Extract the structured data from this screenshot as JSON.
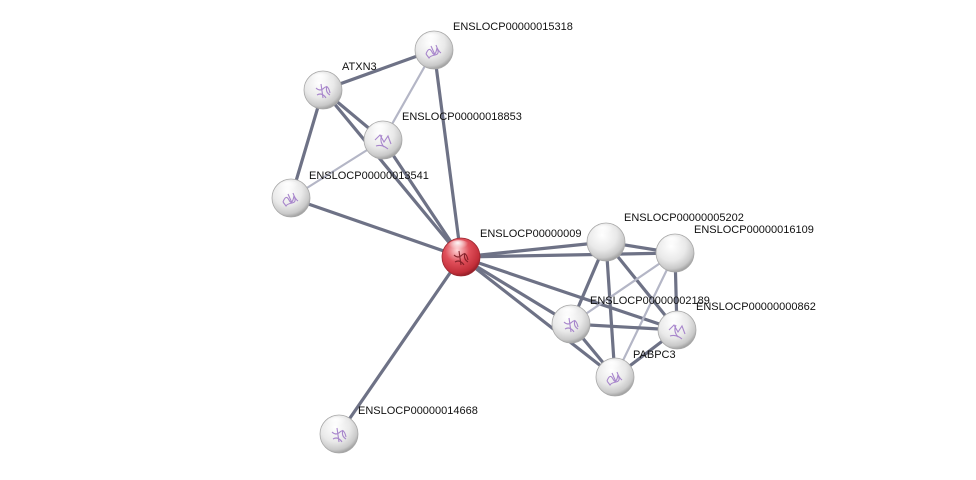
{
  "colors": {
    "edge_strong": "#6e7286",
    "edge_light": "#b4b6c6",
    "query_node": "#d9434e",
    "node": "#e8e8e8",
    "protein_icon": "#a07ac8"
  },
  "nodes": [
    {
      "id": "ENSLOCP00000015318",
      "label": "ENSLOCP00000015318",
      "query": false,
      "icon": "protein-structure-icon"
    },
    {
      "id": "ATXN3",
      "label": "ATXN3",
      "query": false,
      "icon": "protein-structure-icon"
    },
    {
      "id": "ENSLOCP00000018853",
      "label": "ENSLOCP00000018853",
      "query": false,
      "icon": "protein-structure-icon"
    },
    {
      "id": "ENSLOCP00000013541",
      "label": "ENSLOCP00000013541",
      "query": false,
      "icon": "protein-structure-icon"
    },
    {
      "id": "ENSLOCP00000009",
      "label": "ENSLOCP00000009",
      "query": true,
      "icon": "protein-structure-icon"
    },
    {
      "id": "ENSLOCP00000005202",
      "label": "ENSLOCP00000005202",
      "query": false,
      "icon": "none"
    },
    {
      "id": "ENSLOCP00000016109",
      "label": "ENSLOCP00000016109",
      "query": false,
      "icon": "none"
    },
    {
      "id": "ENSLOCP00000002189",
      "label": "ENSLOCP00000002189",
      "query": false,
      "icon": "protein-structure-icon"
    },
    {
      "id": "ENSLOCP00000000862",
      "label": "ENSLOCP00000000862",
      "query": false,
      "icon": "protein-structure-icon"
    },
    {
      "id": "PABPC3",
      "label": "PABPC3",
      "query": false,
      "icon": "protein-structure-icon"
    },
    {
      "id": "ENSLOCP00000014668",
      "label": "ENSLOCP00000014668",
      "query": false,
      "icon": "protein-structure-icon"
    }
  ],
  "edges": [
    {
      "source": "ATXN3",
      "target": "ENSLOCP00000015318",
      "strength": "strong"
    },
    {
      "source": "ATXN3",
      "target": "ENSLOCP00000018853",
      "strength": "strong"
    },
    {
      "source": "ATXN3",
      "target": "ENSLOCP00000013541",
      "strength": "strong"
    },
    {
      "source": "ATXN3",
      "target": "ENSLOCP00000009",
      "strength": "strong"
    },
    {
      "source": "ENSLOCP00000015318",
      "target": "ENSLOCP00000018853",
      "strength": "light"
    },
    {
      "source": "ENSLOCP00000015318",
      "target": "ENSLOCP00000009",
      "strength": "strong"
    },
    {
      "source": "ENSLOCP00000018853",
      "target": "ENSLOCP00000013541",
      "strength": "light"
    },
    {
      "source": "ENSLOCP00000018853",
      "target": "ENSLOCP00000009",
      "strength": "strong"
    },
    {
      "source": "ENSLOCP00000013541",
      "target": "ENSLOCP00000009",
      "strength": "strong"
    },
    {
      "source": "ENSLOCP00000014668",
      "target": "ENSLOCP00000009",
      "strength": "strong"
    },
    {
      "source": "ENSLOCP00000009",
      "target": "ENSLOCP00000005202",
      "strength": "strong"
    },
    {
      "source": "ENSLOCP00000009",
      "target": "ENSLOCP00000016109",
      "strength": "strong"
    },
    {
      "source": "ENSLOCP00000009",
      "target": "ENSLOCP00000002189",
      "strength": "strong"
    },
    {
      "source": "ENSLOCP00000009",
      "target": "ENSLOCP00000000862",
      "strength": "strong"
    },
    {
      "source": "ENSLOCP00000009",
      "target": "PABPC3",
      "strength": "strong"
    },
    {
      "source": "ENSLOCP00000005202",
      "target": "ENSLOCP00000016109",
      "strength": "strong"
    },
    {
      "source": "ENSLOCP00000005202",
      "target": "ENSLOCP00000002189",
      "strength": "strong"
    },
    {
      "source": "ENSLOCP00000005202",
      "target": "ENSLOCP00000000862",
      "strength": "strong"
    },
    {
      "source": "ENSLOCP00000005202",
      "target": "PABPC3",
      "strength": "strong"
    },
    {
      "source": "ENSLOCP00000016109",
      "target": "ENSLOCP00000002189",
      "strength": "light"
    },
    {
      "source": "ENSLOCP00000016109",
      "target": "ENSLOCP00000000862",
      "strength": "strong"
    },
    {
      "source": "ENSLOCP00000016109",
      "target": "PABPC3",
      "strength": "light"
    },
    {
      "source": "ENSLOCP00000002189",
      "target": "ENSLOCP00000000862",
      "strength": "strong"
    },
    {
      "source": "ENSLOCP00000002189",
      "target": "PABPC3",
      "strength": "strong"
    },
    {
      "source": "ENSLOCP00000000862",
      "target": "PABPC3",
      "strength": "strong"
    }
  ]
}
